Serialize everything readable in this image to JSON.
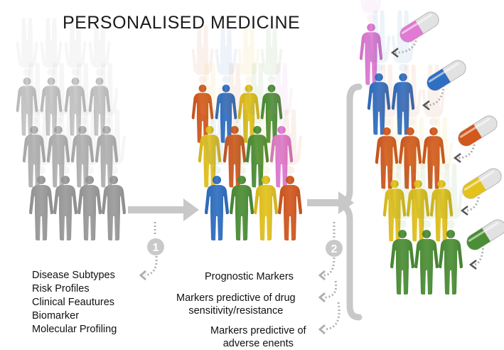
{
  "title": "PERSONALISED MEDICINE",
  "step_numbers": [
    "1",
    "2"
  ],
  "left_labels": [
    "Disease Subtypes",
    "Risk Profiles",
    "Clinical Feautures",
    "Biomarker",
    "Molecular Profiling"
  ],
  "middle_labels": {
    "prognostic": "Prognostic Markers",
    "drug_line1": "Markers predictive of drug",
    "drug_line2": "sensitivity/resistance",
    "adverse_line1": "Markers predictive of",
    "adverse_line2": "adverse enents"
  },
  "colors": {
    "grey": "#9a9a9a",
    "orange": "#d2581e",
    "blue": "#2f6fc2",
    "yellow": "#e3c21c",
    "green": "#4b8e35",
    "pink": "#e07ad2",
    "arrow": "#c8c8c8"
  },
  "icons": [
    "person-figure-icon",
    "arrow-right-icon",
    "bracket-icon",
    "pill-capsule-icon",
    "dotted-curved-arrow-icon"
  ],
  "capsules": [
    {
      "color": "pink"
    },
    {
      "color": "blue"
    },
    {
      "color": "orange"
    },
    {
      "color": "yellow"
    },
    {
      "color": "green"
    }
  ]
}
